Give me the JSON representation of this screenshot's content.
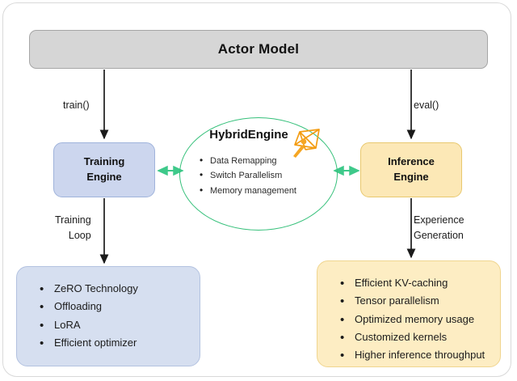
{
  "diagram": {
    "title_node": {
      "label": "Actor Model",
      "fill": "#d6d6d6"
    },
    "engines": {
      "training": {
        "line1": "Training",
        "line2": "Engine",
        "fill": "#ccd6ee"
      },
      "inference": {
        "line1": "Inference",
        "line2": "Engine",
        "fill": "#fce8b6"
      }
    },
    "hybrid": {
      "title": "HybridEngine",
      "logo_icon": "deepspeed-logo-icon",
      "stroke": "#35c07a",
      "bullets": [
        "Data Remapping",
        "Switch Parallelism",
        "Memory management"
      ]
    },
    "edges": [
      {
        "id": "train-edge",
        "label": "train()",
        "direction": "down"
      },
      {
        "id": "eval-edge",
        "label": "eval()",
        "direction": "down"
      },
      {
        "id": "training-loop-edge",
        "label_line1": "Training",
        "label_line2": "Loop",
        "direction": "down"
      },
      {
        "id": "experience-edge",
        "label_line1": "Experience",
        "label_line2": "Generation",
        "direction": "down"
      },
      {
        "id": "hybrid-training-link",
        "label": "",
        "direction": "bidirectional",
        "color": "#35c07a"
      },
      {
        "id": "hybrid-inference-link",
        "label": "",
        "direction": "bidirectional",
        "color": "#35c07a"
      }
    ],
    "training_features": {
      "fill": "#d6dff0",
      "items": [
        "ZeRO Technology",
        "Offloading",
        "LoRA",
        "Efficient optimizer"
      ]
    },
    "inference_features": {
      "fill": "#fdedc3",
      "items": [
        "Efficient KV-caching",
        "Tensor parallelism",
        "Optimized memory usage",
        "Customized kernels",
        "Higher inference throughput"
      ]
    }
  }
}
